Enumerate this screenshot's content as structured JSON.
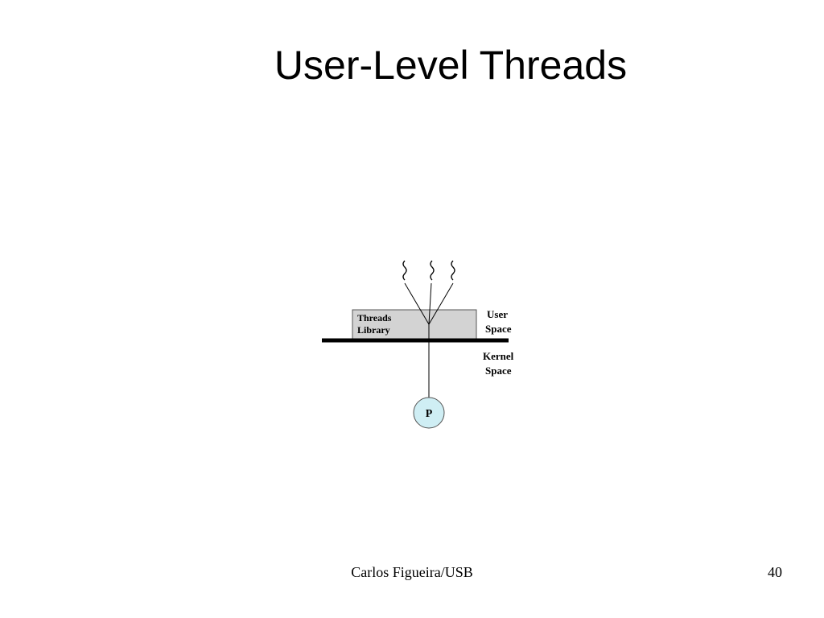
{
  "slide": {
    "title": "User-Level Threads",
    "author": "Carlos Figueira/USB",
    "page_number": "40"
  },
  "diagram": {
    "library_label_line1": "Threads",
    "library_label_line2": "Library",
    "user_space_line1": "User",
    "user_space_line2": "Space",
    "kernel_space_line1": "Kernel",
    "kernel_space_line2": "Space",
    "process_label": "P",
    "thread_count": 3,
    "colors": {
      "library_box_fill": "#d3d3d3",
      "process_fill": "#cfeef4",
      "line": "#000000"
    }
  }
}
